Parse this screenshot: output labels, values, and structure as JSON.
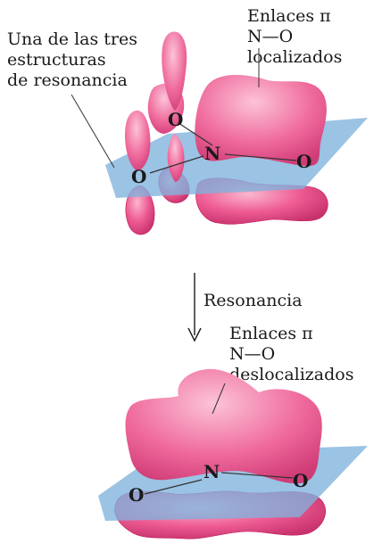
{
  "top_panel": {
    "label_left": [
      "Una de las tres",
      "estructuras",
      "de resonancia"
    ],
    "label_right": [
      "Enlaces π",
      "N—O",
      "localizados"
    ]
  },
  "arrow": {
    "label": "Resonancia"
  },
  "bottom_panel": {
    "label": [
      "Enlaces π",
      "N—O",
      "deslocalizados"
    ]
  },
  "atoms": {
    "nitrogen": "N",
    "oxygen": "O"
  },
  "colors": {
    "orbital_pink": "#ee5c93",
    "plane_blue": "#7fb2dc",
    "text": "#1a1a1a"
  }
}
